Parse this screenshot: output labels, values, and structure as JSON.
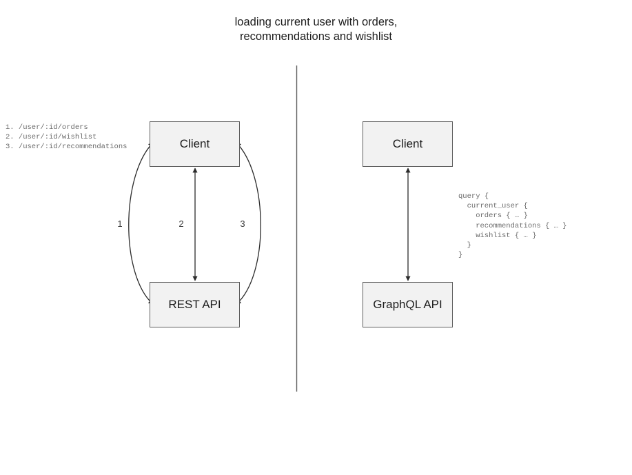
{
  "diagram": {
    "title": "loading current user with orders,\nrecommendations and wishlist",
    "divider": {
      "name": "vertical-divider",
      "color": "#5e5e5e"
    },
    "palette": {
      "box_fill": "#f2f2f2",
      "box_stroke": "#5e5e5e",
      "text": "#1c1c1c",
      "code_text": "#6b6b6b",
      "background": "#ffffff"
    },
    "rest_panel": {
      "client_node_label": "Client",
      "api_node_label": "REST API",
      "edge_labels": [
        "1",
        "2",
        "3"
      ],
      "endpoints": "1. /user/:id/orders\n2. /user/:id/wishlist\n3. /user/:id/recommendations"
    },
    "graphql_panel": {
      "client_node_label": "Client",
      "api_node_label": "GraphQL API",
      "query": "query {\n  current_user {\n    orders { … }\n    recommendations { … }\n    wishlist { … }\n  }\n}"
    }
  }
}
